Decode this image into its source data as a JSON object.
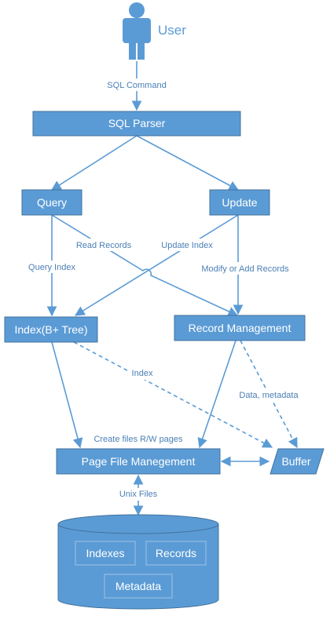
{
  "colors": {
    "box_fill": "#5b9bd5",
    "box_stroke": "#41719c",
    "line": "#5b9bd5",
    "label_text": "#4a7fb5",
    "white": "#ffffff"
  },
  "user": {
    "label": "User",
    "icon": "person-icon"
  },
  "nodes": {
    "sql_parser": "SQL Parser",
    "query": "Query",
    "update": "Update",
    "index_tree": "Index(B+ Tree)",
    "record_management": "Record Management",
    "page_file_management": "Page File Manegement",
    "buffer": "Buffer",
    "storage": {
      "icon": "database-cylinder-icon",
      "indexes": "Indexes",
      "records": "Records",
      "metadata": "Metadata"
    }
  },
  "edges": {
    "sql_command": "SQL Command",
    "read_records": "Read Records",
    "update_index": "Update Index",
    "query_index": "Query Index",
    "modify_add_records": "Modify or Add Records",
    "index": "Index",
    "data_metadata": "Data, metadata",
    "create_files": "Create files R/W pages",
    "unix_files": "Unix Files"
  }
}
